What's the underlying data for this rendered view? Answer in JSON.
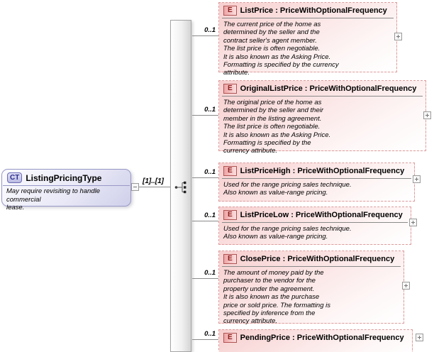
{
  "labels": {
    "type_separator": " : "
  },
  "diagram": {
    "root": {
      "badge": "CT",
      "title": "ListingPricingType",
      "annotation": "May require revisiting to handle commercial\nlease.",
      "cardinality": "[1]..[1]"
    },
    "compositor": "sequence",
    "elements": [
      {
        "badge": "E",
        "name": "ListPrice",
        "type": "PriceWithOptionalFrequency",
        "occurrence": "0..1",
        "annotation": "The current price of the home as\ndetermined by the seller and the\ncontract seller's agent member.\nThe list price is often negotiable.\nIt is also known as the Asking Price.\nFormatting is specified by the currency\nattribute."
      },
      {
        "badge": "E",
        "name": "OriginalListPrice",
        "type": "PriceWithOptionalFrequency",
        "occurrence": "0..1",
        "annotation": "The original price of the home as\ndetermined by the seller and their\nmember in the listing agreement.\nThe list price is often negotiable.\nIt is also known as the Asking Price.\nFormatting is specified by the\ncurrency attribute."
      },
      {
        "badge": "E",
        "name": "ListPriceHigh",
        "type": "PriceWithOptionalFrequency",
        "occurrence": "0..1",
        "annotation": "Used for the range pricing sales technique.\nAlso known as value-range pricing."
      },
      {
        "badge": "E",
        "name": "ListPriceLow",
        "type": "PriceWithOptionalFrequency",
        "occurrence": "0..1",
        "annotation": "Used for the range pricing sales technique.\nAlso known as value-range pricing."
      },
      {
        "badge": "E",
        "name": "ClosePrice",
        "type": "PriceWithOptionalFrequency",
        "occurrence": "0..1",
        "annotation": "The amount of money paid by the\npurchaser to the vendor for the\nproperty under the agreement.\nIt is also known as the purchase\nprice or sold price. The formatting is\nspecified by inference from the\ncurrency attribute."
      },
      {
        "badge": "E",
        "name": "PendingPrice",
        "type": "PriceWithOptionalFrequency",
        "occurrence": "0..1",
        "annotation": ""
      }
    ]
  }
}
